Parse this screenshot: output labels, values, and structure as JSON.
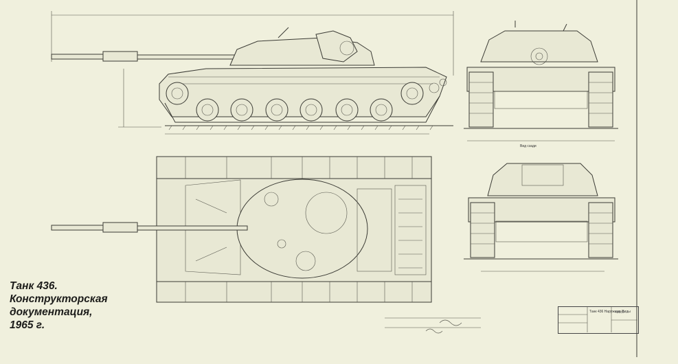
{
  "caption": {
    "line1": "Танк 436.",
    "line2": "Конструкторская",
    "line3": "документация,",
    "line4": "1965 г."
  },
  "drawing": {
    "view_label": "Вид сзади",
    "stamp_title": "Танк 436 Наружные Виды",
    "stamp_code": "436сб"
  },
  "colors": {
    "paper": "#f0f0dd",
    "ink": "#3a3a34",
    "caption_ink": "#1c1c1a"
  }
}
